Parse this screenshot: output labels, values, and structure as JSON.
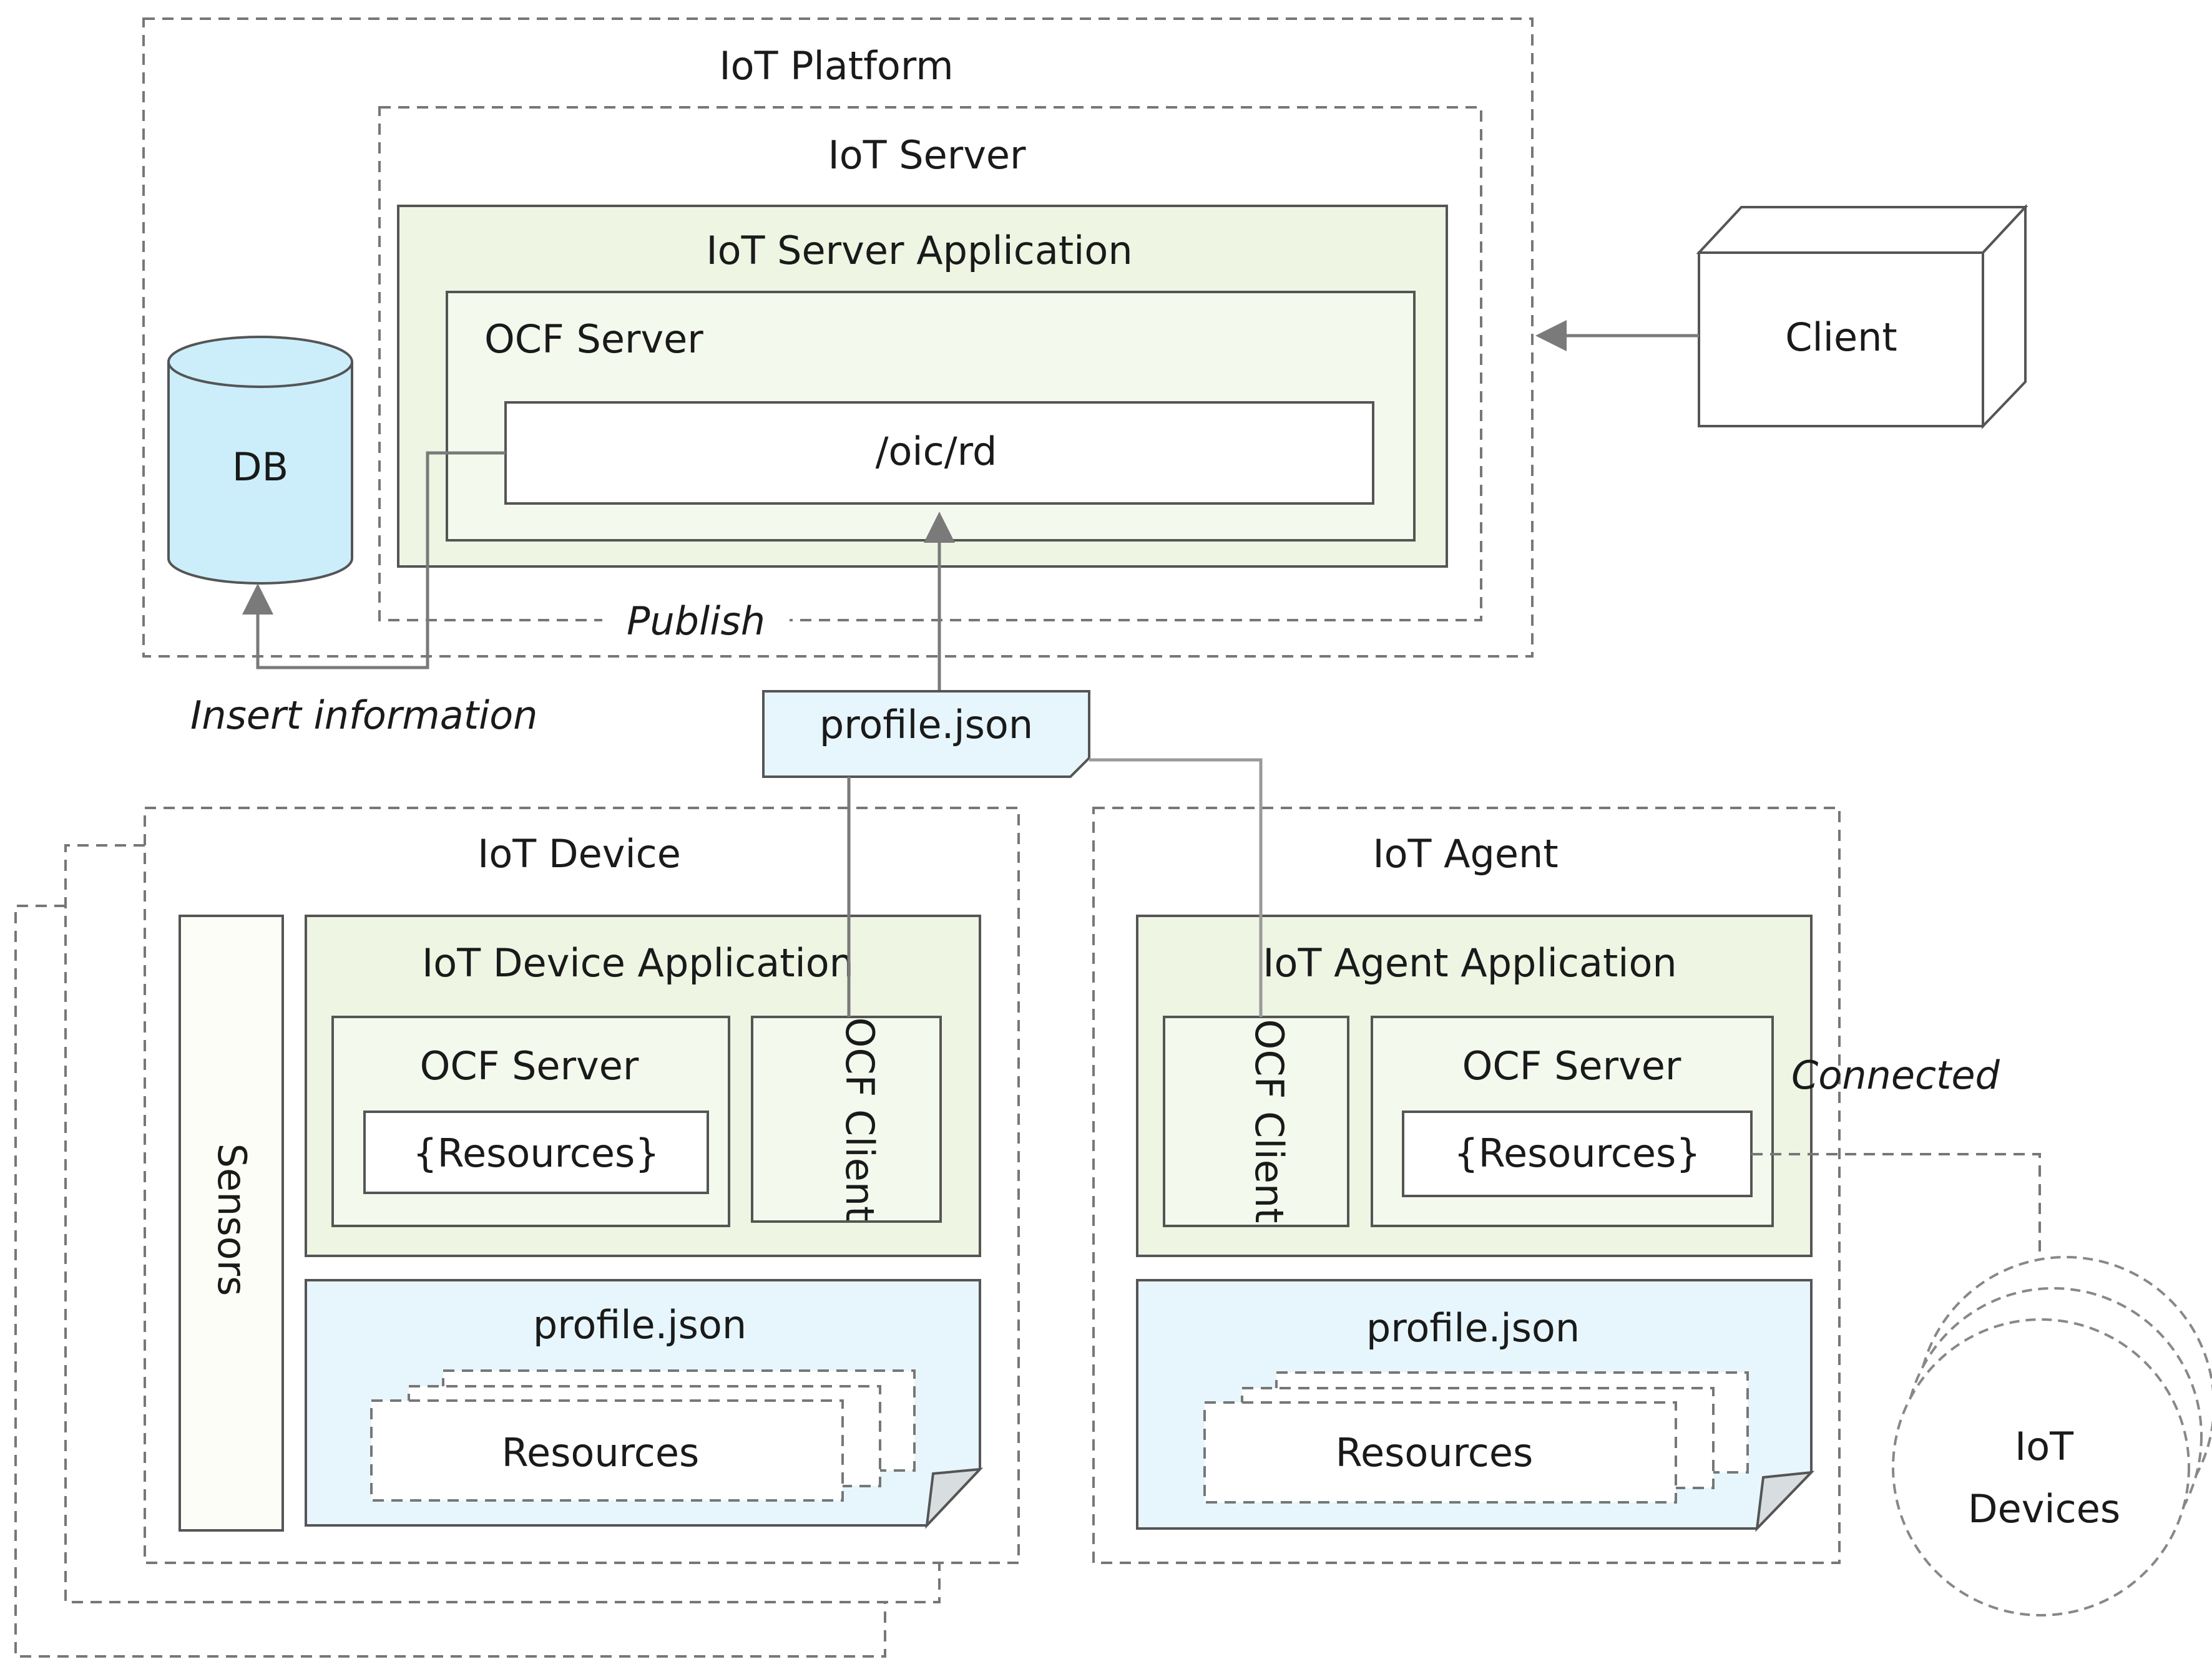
{
  "iot_platform": {
    "title": "IoT Platform",
    "iot_server": {
      "title": "IoT Server",
      "application": {
        "title": "IoT Server Application",
        "ocf_server": {
          "title": "OCF Server",
          "resource_directory": "/oic/rd"
        }
      }
    },
    "database": "DB",
    "publish_label": "Publish"
  },
  "client": {
    "label": "Client"
  },
  "insert_label": "Insert information",
  "profile_note": "profile.json",
  "iot_device": {
    "title": "IoT Device",
    "sensors": "Sensors",
    "application": {
      "title": "IoT Device Application",
      "ocf_server": {
        "title": "OCF Server",
        "resources": "{Resources}"
      },
      "ocf_client": "OCF Client"
    },
    "profile": {
      "title": "profile.json",
      "resources": "Resources"
    }
  },
  "iot_agent": {
    "title": "IoT Agent",
    "application": {
      "title": "IoT Agent Application",
      "ocf_client": "OCF Client",
      "ocf_server": {
        "title": "OCF Server",
        "resources": "{Resources}"
      }
    },
    "profile": {
      "title": "profile.json",
      "resources": "Resources"
    },
    "connected_label": "Connected"
  },
  "iot_devices": {
    "line1": "IoT",
    "line2": "Devices"
  },
  "colors": {
    "green_fill": "#eef5e3",
    "light_green_fill": "#f4f9ee",
    "blue_fill": "#e6f6fc",
    "db_fill": "#cbeefa",
    "sensor_fill": "#fdfdf7",
    "border": "#555555",
    "dash": "#777777",
    "arrow": "#7a7a7a"
  }
}
